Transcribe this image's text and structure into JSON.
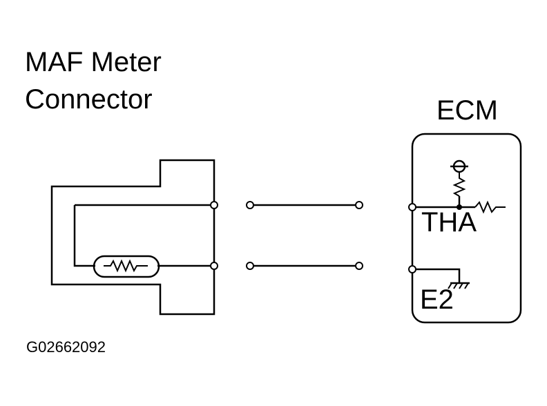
{
  "maf_meter": {
    "title_line1": "MAF Meter",
    "title_line2": "Connector"
  },
  "ecm": {
    "title": "ECM",
    "terminal_tha": "THA",
    "terminal_e2": "E2"
  },
  "figure_code": "G02662092"
}
